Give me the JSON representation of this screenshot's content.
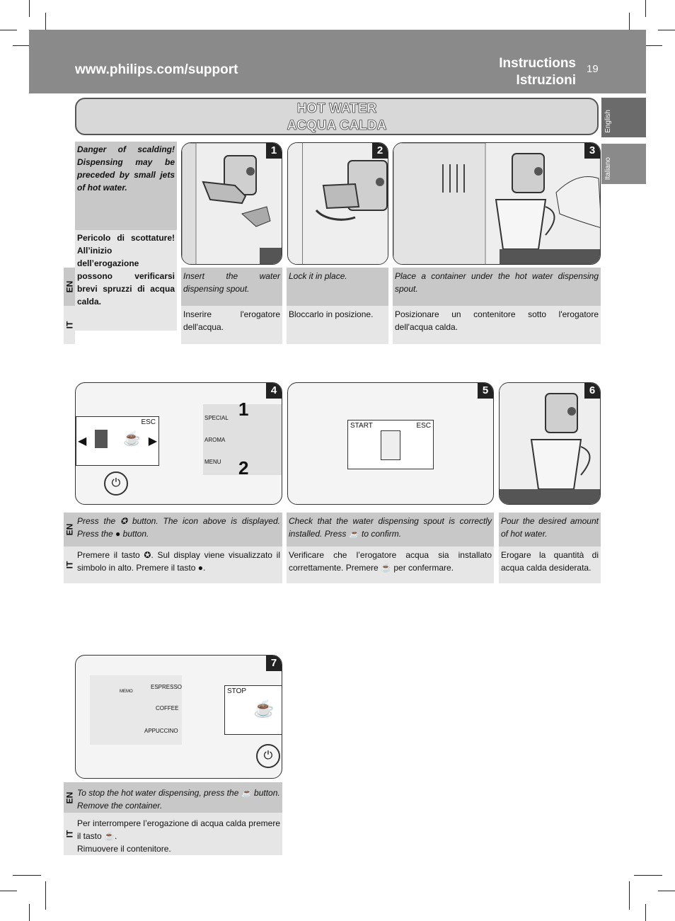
{
  "header": {
    "url": "www.philips.com/support",
    "instructions_en": "Instructions",
    "instructions_it": "Istruzioni",
    "page_number": "19"
  },
  "side_tabs": {
    "english": "English",
    "italiano": "Italiano"
  },
  "title": {
    "en": "HOT WATER",
    "it": "ACQUA CALDA"
  },
  "warning": {
    "en": "Danger of scalding! Dispensing may be preceded by small jets of hot water.",
    "it": "Pericolo di scottature! All’inizio dell’erogazione possono verificarsi brevi spruzzi di acqua calda."
  },
  "lang": {
    "en": "EN",
    "it": "IT"
  },
  "steps": [
    {
      "number": "1",
      "en": "Insert the water dispensing spout.",
      "it": "Inserire l'erogatore dell'acqua."
    },
    {
      "number": "2",
      "en": "Lock it in place.",
      "it": "Bloccarlo in posizione."
    },
    {
      "number": "3",
      "en": "Place a container under the hot water dispensing spout.",
      "it": "Posizionare un contenitore sotto l'erogatore dell'acqua calda."
    },
    {
      "number": "4",
      "en_a": "Press the",
      "en_b": "button. The icon above is displayed. Press the",
      "en_c": "button.",
      "it_a": "Premere il tasto",
      "it_b": ". Sul display viene visualizzato il simbolo in alto. Premere il tasto",
      "it_c": "."
    },
    {
      "number": "5",
      "en_a": "Check that the water dispensing spout is correctly installed. Press",
      "en_b": "to confirm.",
      "it_a": "Verificare che l’erogatore acqua sia installato correttamente. Premere",
      "it_b": "per confermare."
    },
    {
      "number": "6",
      "en": "Pour the desired amount of hot water.",
      "it": "Erogare la quantità di acqua calda desiderata."
    },
    {
      "number": "7",
      "en_a": "To stop the hot water dispensing, press the",
      "en_b": "button.",
      "en_c": "Remove the container.",
      "it_a": "Per interrompere l’erogazione di acqua calda premere il tasto",
      "it_b": ".",
      "it_c": "Rimuovere il contenitore."
    }
  ],
  "panel4": {
    "esc": "ESC",
    "special": "SPECIAL",
    "aroma": "AROMA",
    "menu": "MENU",
    "callout1": "1",
    "callout2": "2"
  },
  "panel5": {
    "start": "START",
    "esc": "ESC"
  },
  "panel7": {
    "espresso": "ESPRESSO",
    "coffee": "COFFEE",
    "cappuccino": "APPUCCINO",
    "stop": "STOP",
    "memo": "MEMO"
  }
}
